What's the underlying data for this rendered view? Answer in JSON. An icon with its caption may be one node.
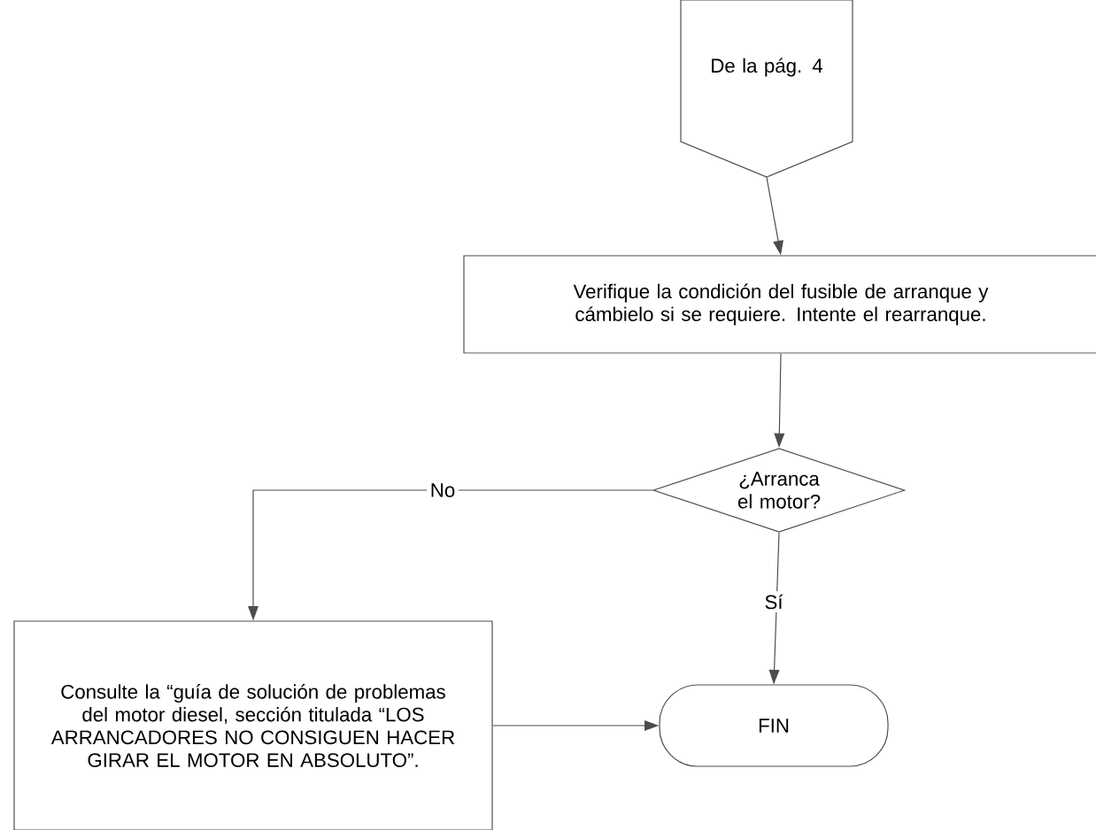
{
  "diagram": {
    "nodes": [
      {
        "text": [
          "De la pág. 4"
        ]
      },
      {
        "text": [
          "Verifique la condición del fusible de arranque y cámbielo si se requiere. Intente el rearranque."
        ]
      },
      {
        "text": [
          "¿Arranca el motor?"
        ]
      },
      {
        "text": [
          "Consulte la “guía de solución de problemas del motor diesel, sección titulada “LOS ARRANCADORES NO CONSIGUEN HACER GIRAR EL MOTOR EN ABSOLUTO”."
        ]
      },
      {
        "text": [
          "FIN"
        ]
      }
    ],
    "edges": [
      {
        "from": 0,
        "to": 1,
        "arrow": "to"
      },
      {
        "from": 1,
        "to": 2,
        "arrow": "to"
      },
      {
        "from": 2,
        "to": 3,
        "arrow": "to",
        "label": "No"
      },
      {
        "from": 2,
        "to": 4,
        "arrow": "to",
        "label": "Sí"
      },
      {
        "from": 3,
        "to": 4,
        "arrow": "to"
      }
    ]
  }
}
